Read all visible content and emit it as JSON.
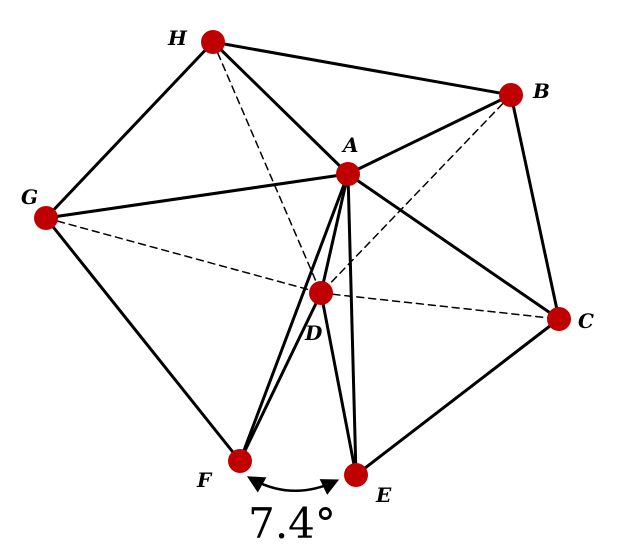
{
  "vertices": {
    "A": "A",
    "B": "B",
    "C": "C",
    "D": "D",
    "E": "E",
    "F": "F",
    "G": "G",
    "H": "H"
  },
  "solid_edges": [
    [
      "H",
      "B"
    ],
    [
      "H",
      "G"
    ],
    [
      "H",
      "A"
    ],
    [
      "G",
      "A"
    ],
    [
      "G",
      "F"
    ],
    [
      "A",
      "B"
    ],
    [
      "B",
      "C"
    ],
    [
      "A",
      "C"
    ],
    [
      "C",
      "E"
    ],
    [
      "A",
      "F"
    ],
    [
      "A",
      "E"
    ],
    [
      "A",
      "D"
    ],
    [
      "D",
      "F"
    ],
    [
      "D",
      "E"
    ]
  ],
  "dashed_edges": [
    [
      "H",
      "D"
    ],
    [
      "G",
      "D"
    ],
    [
      "B",
      "D"
    ],
    [
      "D",
      "C"
    ]
  ],
  "angle": {
    "between": [
      "F",
      "E"
    ],
    "label": "7.4°"
  },
  "colors": {
    "node": "#c00000",
    "edge": "#000000",
    "background": "#ffffff"
  }
}
